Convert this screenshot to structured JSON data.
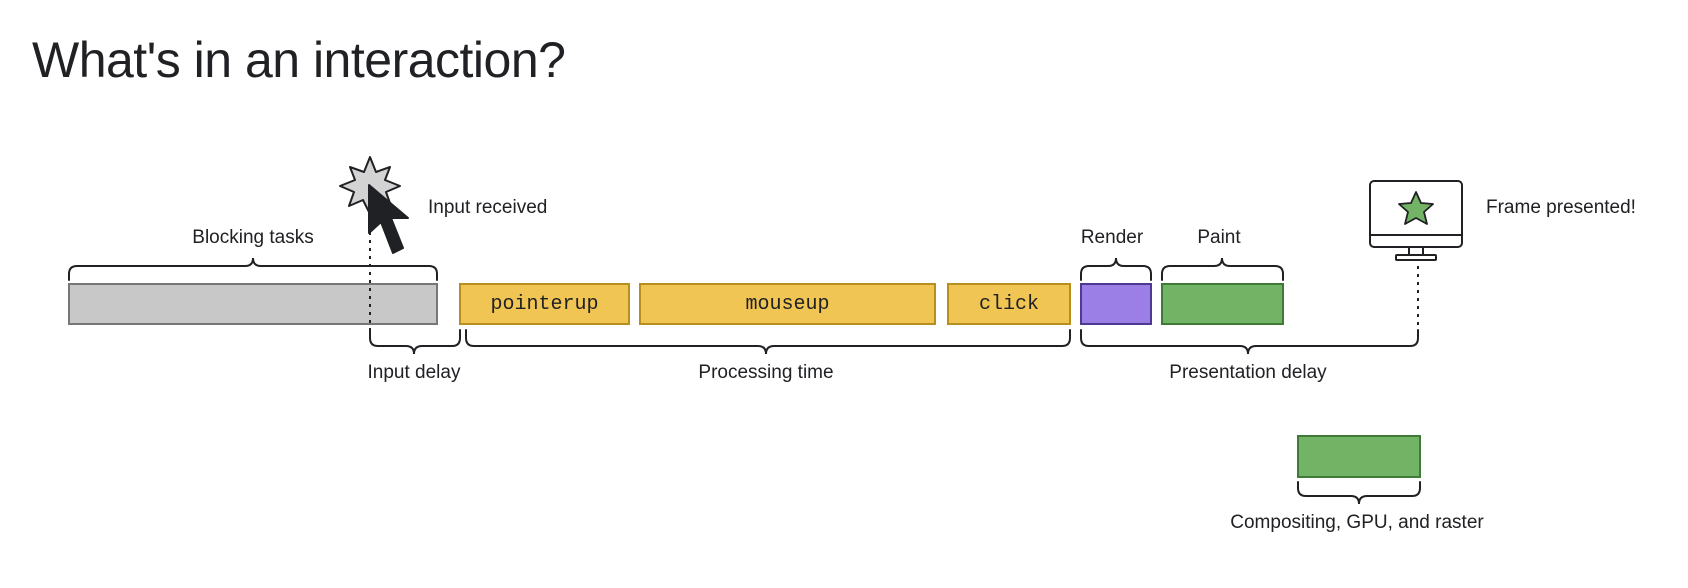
{
  "title": "What's in an interaction?",
  "labels": {
    "blocking_tasks": "Blocking tasks",
    "input_received": "Input received",
    "render": "Render",
    "paint": "Paint",
    "frame_presented": "Frame presented!",
    "input_delay": "Input delay",
    "processing_time": "Processing time",
    "presentation_delay": "Presentation delay",
    "compositing": "Compositing, GPU, and raster"
  },
  "events": {
    "pointerup": "pointerup",
    "mouseup": "mouseup",
    "click": "click"
  },
  "colors": {
    "blocking": "#c8c8c8",
    "event": "#f0c554",
    "event_border": "#b78f1e",
    "render": "#9b7fe6",
    "paint": "#72b366",
    "paint_border": "#3f7a36",
    "stroke": "#202124"
  },
  "icons": [
    "starburst-icon",
    "cursor-icon",
    "monitor-icon",
    "star-icon"
  ]
}
